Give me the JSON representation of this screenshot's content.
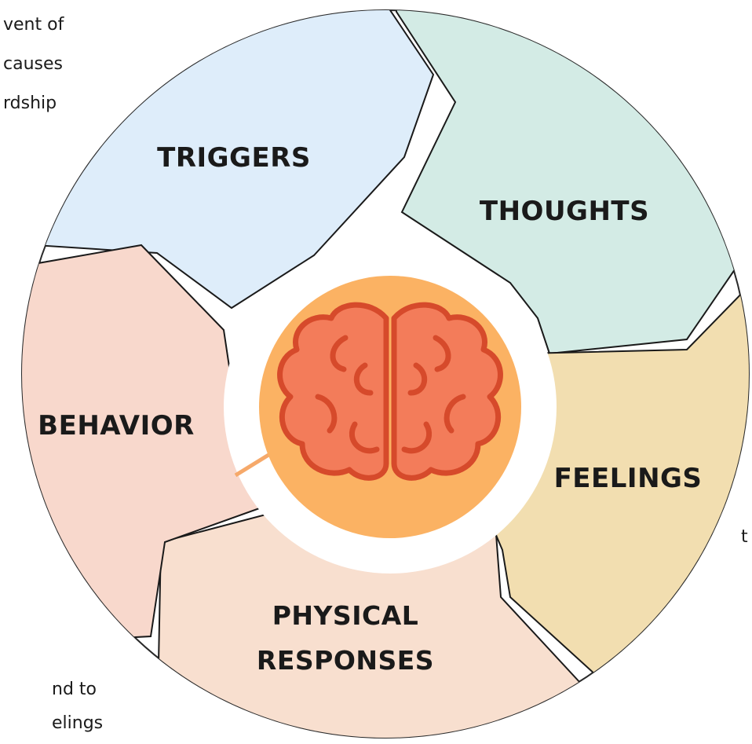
{
  "fragments": {
    "top_left": [
      "vent of",
      "causes",
      "rdship"
    ],
    "right": "t",
    "bottom_left": [
      "nd to",
      "elings"
    ]
  },
  "segments": [
    {
      "id": "triggers",
      "label": "TRIGGERS",
      "color": "#deedfa"
    },
    {
      "id": "thoughts",
      "label": "THOUGHTS",
      "color": "#d3ebe5"
    },
    {
      "id": "feelings",
      "label": "FEELINGS",
      "color": "#f2deb0"
    },
    {
      "id": "physical",
      "label_lines": [
        "PHYSICAL",
        "RESPONSES"
      ],
      "color": "#f8dfcf"
    },
    {
      "id": "behavior",
      "label": "BEHAVIOR",
      "color": "#f8d8cc"
    }
  ],
  "center": {
    "icon": "brain-icon",
    "circle_color": "#fbb263",
    "brain_fill": "#f37c5a",
    "brain_stroke": "#d64a2b"
  }
}
